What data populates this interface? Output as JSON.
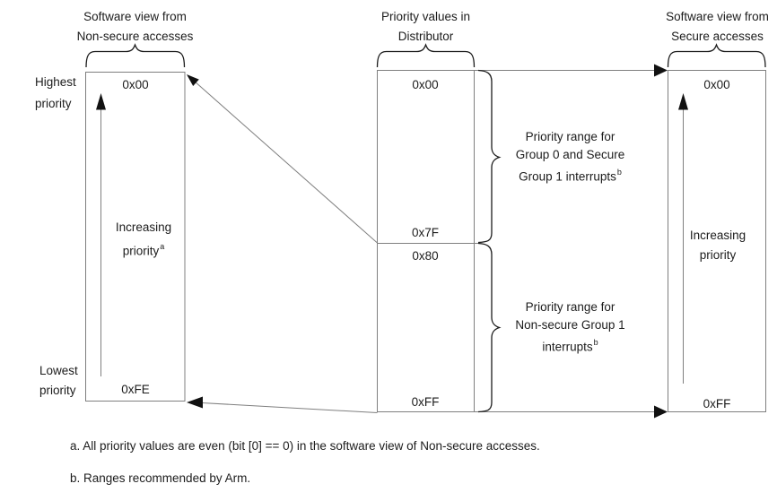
{
  "headers": {
    "left": {
      "line1": "Software view from",
      "line2": "Non-secure accesses"
    },
    "middle": {
      "line1": "Priority values in",
      "line2": "Distributor"
    },
    "right": {
      "line1": "Software view from",
      "line2": "Secure accesses"
    }
  },
  "left_column": {
    "top_value": "0x00",
    "bottom_value": "0xFE",
    "arrow_label_line1": "Increasing",
    "arrow_label_line2": "priority",
    "arrow_label_sup": "a",
    "highest_line1": "Highest",
    "highest_line2": "priority",
    "lowest_line1": "Lowest",
    "lowest_line2": "priority"
  },
  "middle_column": {
    "top_value": "0x00",
    "upper_bound": "0x7F",
    "lower_bound": "0x80",
    "bottom_value": "0xFF"
  },
  "right_column": {
    "top_value": "0x00",
    "bottom_value": "0xFF",
    "arrow_label_line1": "Increasing",
    "arrow_label_line2": "priority"
  },
  "ranges": {
    "group0": {
      "line1": "Priority range for",
      "line2": "Group 0 and Secure",
      "line3": "Group 1 interrupts",
      "sup": "b"
    },
    "nonsecure": {
      "line1": "Priority range for",
      "line2": "Non-secure Group 1",
      "line3": "interrupts",
      "sup": "b"
    }
  },
  "footnotes": {
    "a": "a. All priority values are even (bit [0] == 0) in the software view of Non-secure accesses.",
    "b": "b. Ranges recommended by Arm."
  },
  "colors": {
    "line_gray": "#7f7f7f",
    "ink": "#1c1c1c"
  }
}
